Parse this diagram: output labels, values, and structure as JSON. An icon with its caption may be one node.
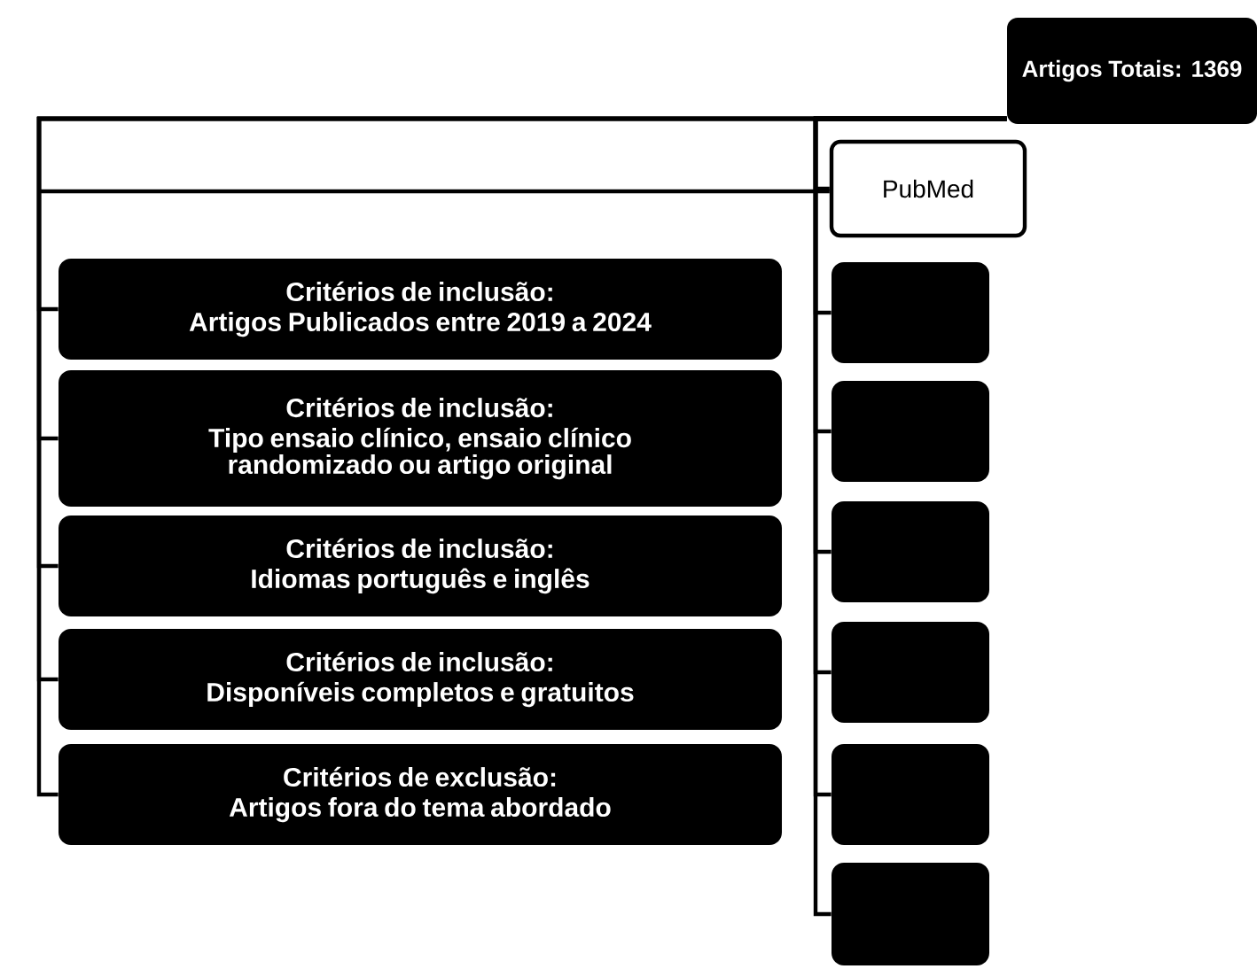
{
  "diagram": {
    "nodes": [
      {
        "text": [
          "Artigos Totais: 1369"
        ]
      },
      {
        "text": [
          "PubMed"
        ]
      },
      {
        "text": [
          "Critérios de inclusão:",
          "Artigos Publicados entre 2019 a 2024"
        ]
      },
      {
        "text": [
          "Critérios de inclusão:",
          "Tipo ensaio clínico, ensaio clínico randomizado ou artigo original"
        ]
      },
      {
        "text": [
          "Critérios de inclusão:",
          "Idiomas português e inglês"
        ]
      },
      {
        "text": [
          "Critérios de inclusão:",
          "Disponíveis completos  e gratuitos"
        ]
      },
      {
        "text": [
          "Critérios de exclusão:",
          "Artigos fora do tema abordado"
        ]
      },
      {
        "text": [],
        "shape": "box"
      },
      {
        "text": [],
        "shape": "box"
      },
      {
        "text": [],
        "shape": "box"
      },
      {
        "text": [],
        "shape": "box"
      },
      {
        "text": [],
        "shape": "box"
      },
      {
        "text": [],
        "shape": "box"
      }
    ],
    "edges": [
      {
        "from": 0,
        "to": 2,
        "arrow": "none"
      },
      {
        "from": 0,
        "to": 3,
        "arrow": "none"
      },
      {
        "from": 0,
        "to": 4,
        "arrow": "none"
      },
      {
        "from": 0,
        "to": 5,
        "arrow": "none"
      },
      {
        "from": 0,
        "to": 6,
        "arrow": "none"
      },
      {
        "from": 0,
        "to": 1,
        "arrow": "none"
      },
      {
        "from": 0,
        "to": 7,
        "arrow": "none"
      },
      {
        "from": 0,
        "to": 8,
        "arrow": "none"
      },
      {
        "from": 0,
        "to": 9,
        "arrow": "none"
      },
      {
        "from": 0,
        "to": 10,
        "arrow": "none"
      },
      {
        "from": 0,
        "to": 11,
        "arrow": "none"
      },
      {
        "from": 0,
        "to": 12,
        "arrow": "none"
      },
      {
        "from": 1,
        "to": null,
        "arrow": "none"
      }
    ]
  }
}
